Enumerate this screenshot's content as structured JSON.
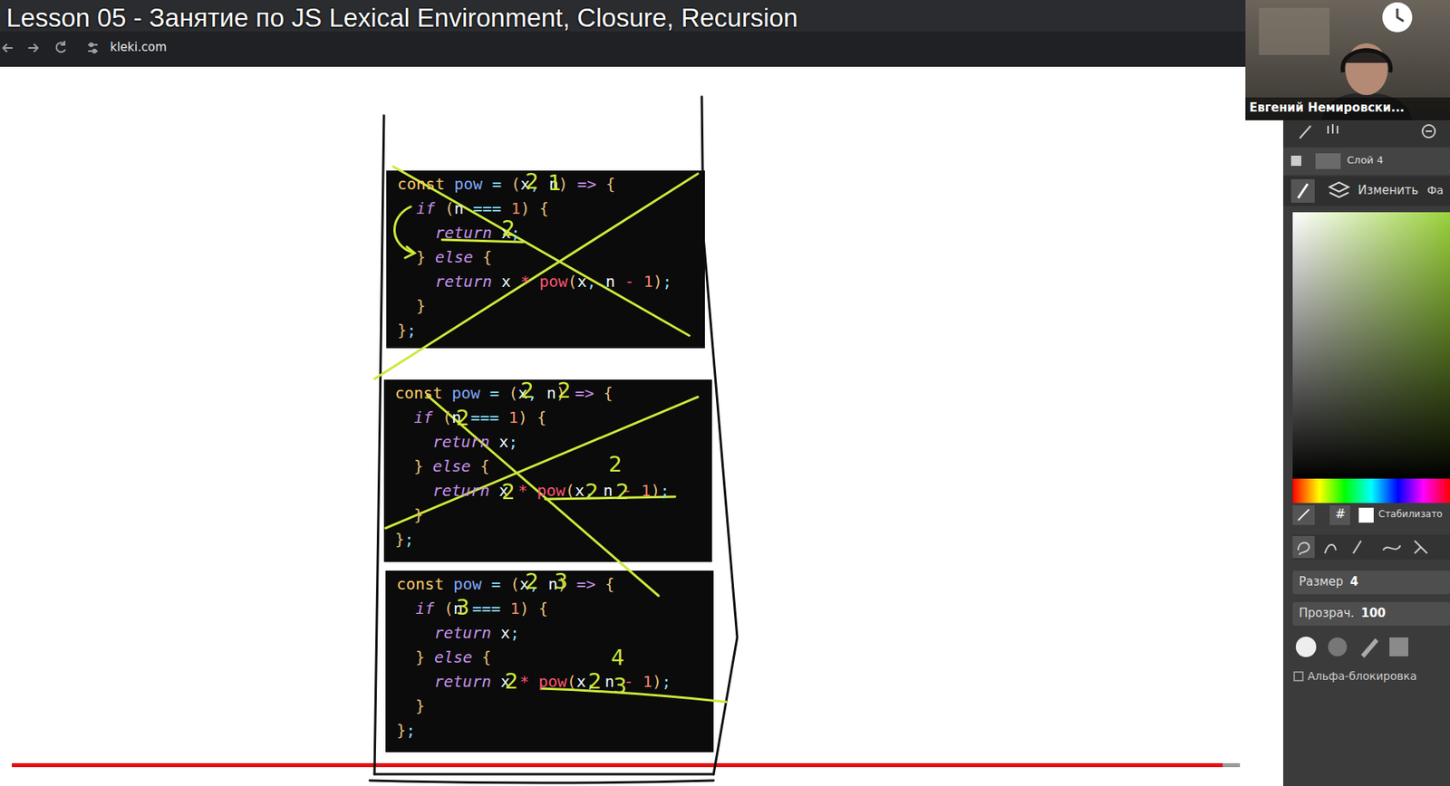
{
  "diagram": {
    "title": "Lesson 05 - Занятие по JS Lexical Environment, Closure, Recursion",
    "nodes": [
      {
        "text": [
          "const pow = (x, n) => {",
          "if (n === 1) {",
          "return x;",
          "} else {",
          "return x * pow(x, n - 1);",
          "}",
          "};"
        ]
      },
      {
        "text": [
          "const pow = (x, n) => {",
          "if (n === 1) {",
          "return x;",
          "} else {",
          "return x * pow(x, n - 1);",
          "}",
          "};"
        ]
      },
      {
        "text": [
          "const pow = (x, n) => {",
          "if (n === 1) {",
          "return x;",
          "} else {",
          "return x * pow(x, n - 1);",
          "}",
          "};"
        ]
      }
    ],
    "labels": [
      "kleki.com",
      "Евгений Немировски...",
      "Слой 4",
      "Изменить",
      "Фа",
      "#",
      "Стабилизато",
      "Размер",
      "4",
      "Прозрач.",
      "100",
      "Альфа-блокировка",
      "2",
      "1",
      "2",
      "2",
      "2",
      "2",
      "2",
      "2",
      "2",
      "2",
      "2",
      "3",
      "3",
      "4",
      "2",
      "2",
      "3"
    ]
  }
}
